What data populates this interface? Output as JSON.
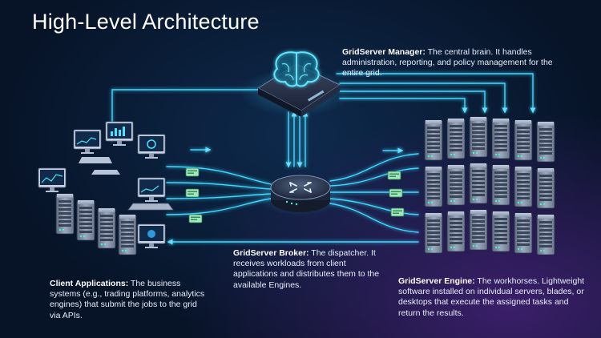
{
  "page": {
    "title": "High-Level Architecture"
  },
  "components": {
    "manager": {
      "name": "GridServer Manager:",
      "description": " The central brain. It handles administration, reporting, and policy management for the entire grid."
    },
    "broker": {
      "name": "GridServer Broker:",
      "description": " The dispatcher. It receives workloads from client applications and distributes them to the available Engines."
    },
    "client": {
      "name": "Client Applications:",
      "description": " The business systems (e.g., trading platforms, analytics engines) that submit the jobs to the grid via APIs."
    },
    "engine": {
      "name": "GridServer Engine:",
      "description": " The workhorses. Lightweight software installed on individual servers, blades, or desktops that execute the assigned tasks and return the results."
    }
  },
  "icons": {
    "manager": "brain-chip-icon",
    "broker": "router-icon",
    "clients": "client-workstations-icon",
    "engines": "server-rack-icon",
    "packets": "data-packet-icon"
  },
  "colors": {
    "background": "#071428",
    "accent_line": "#3fd8ff",
    "brain_glow": "#5ee7ff",
    "server_body": "#8795ab",
    "text": "#ffffff"
  }
}
